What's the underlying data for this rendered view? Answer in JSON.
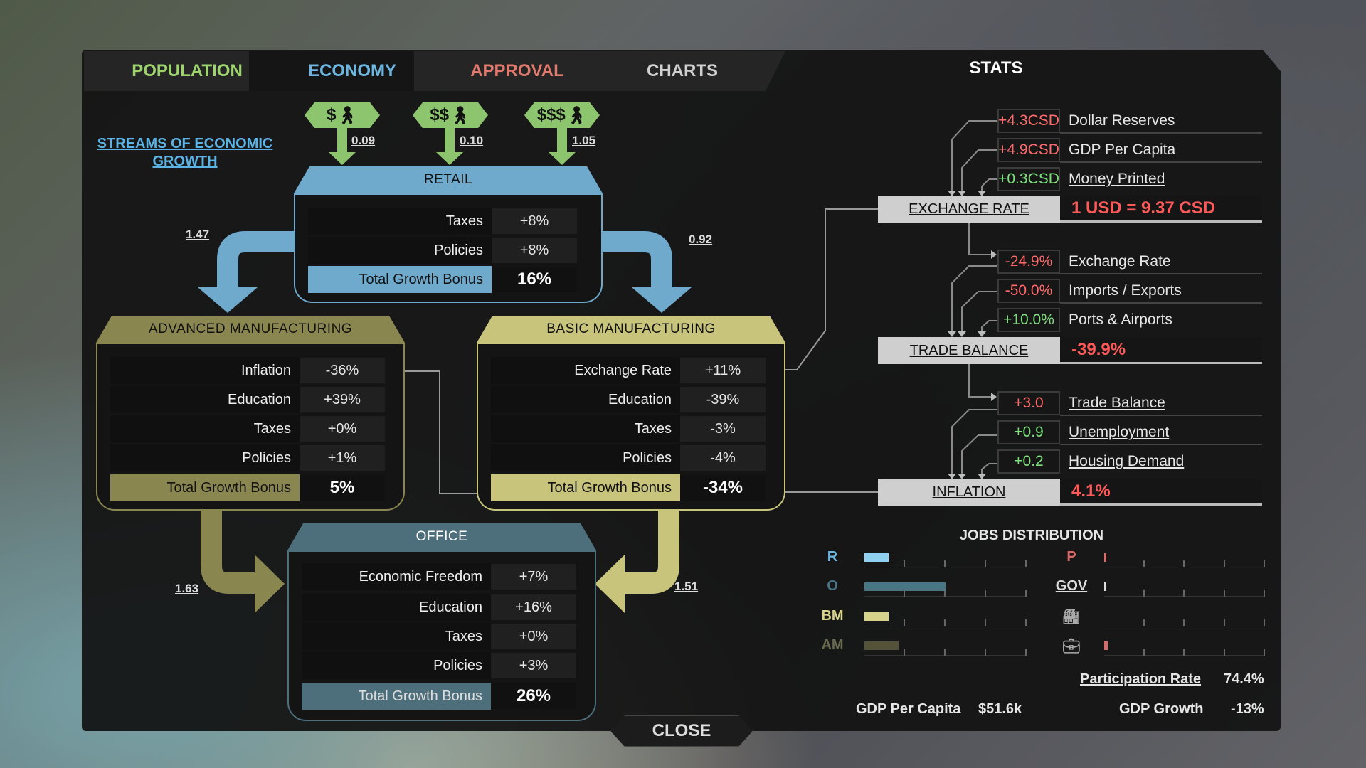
{
  "tabs": [
    {
      "label": "POPULATION",
      "color": "#9ed46e"
    },
    {
      "label": "ECONOMY",
      "color": "#6cb6e0"
    },
    {
      "label": "APPROVAL",
      "color": "#e07a6e"
    },
    {
      "label": "CHARTS",
      "color": "#d0d0d0"
    }
  ],
  "stats_title": "STATS",
  "streams_label": "STREAMS OF ECONOMIC GROWTH",
  "wealth": [
    {
      "icon": "$",
      "value": "0.09"
    },
    {
      "icon": "$$",
      "value": "0.10"
    },
    {
      "icon": "$$$",
      "value": "1.05"
    }
  ],
  "flows": {
    "retail_to_am": "1.47",
    "retail_to_bm": "0.92",
    "am_to_office": "1.63",
    "bm_to_office": "1.51"
  },
  "retail": {
    "title": "RETAIL",
    "rows": [
      {
        "label": "Taxes",
        "value": "+8%"
      },
      {
        "label": "Policies",
        "value": "+8%"
      }
    ],
    "total_label": "Total Growth Bonus",
    "total": "16%"
  },
  "am": {
    "title": "ADVANCED MANUFACTURING",
    "rows": [
      {
        "label": "Inflation",
        "value": "-36%"
      },
      {
        "label": "Education",
        "value": "+39%"
      },
      {
        "label": "Taxes",
        "value": "+0%"
      },
      {
        "label": "Policies",
        "value": "+1%"
      }
    ],
    "total_label": "Total Growth Bonus",
    "total": "5%"
  },
  "bm": {
    "title": "BASIC MANUFACTURING",
    "rows": [
      {
        "label": "Exchange Rate",
        "value": "+11%"
      },
      {
        "label": "Education",
        "value": "-39%"
      },
      {
        "label": "Taxes",
        "value": "-3%"
      },
      {
        "label": "Policies",
        "value": "-4%"
      }
    ],
    "total_label": "Total Growth Bonus",
    "total": "-34%"
  },
  "office": {
    "title": "OFFICE",
    "rows": [
      {
        "label": "Economic Freedom",
        "value": "+7%"
      },
      {
        "label": "Education",
        "value": "+16%"
      },
      {
        "label": "Taxes",
        "value": "+0%"
      },
      {
        "label": "Policies",
        "value": "+3%"
      }
    ],
    "total_label": "Total Growth Bonus",
    "total": "26%"
  },
  "exchange": {
    "inputs": [
      {
        "change": "+4.3CSD",
        "name": "Dollar Reserves"
      },
      {
        "change": "+4.9CSD",
        "name": "GDP Per Capita"
      },
      {
        "change": "+0.3CSD",
        "name": "Money Printed"
      }
    ],
    "label": "EXCHANGE RATE",
    "value": "1 USD = 9.37 CSD"
  },
  "trade": {
    "inputs": [
      {
        "change": "-24.9%",
        "name": "Exchange Rate"
      },
      {
        "change": "-50.0%",
        "name": "Imports / Exports"
      },
      {
        "change": "+10.0%",
        "name": "Ports & Airports"
      }
    ],
    "label": "TRADE BALANCE",
    "value": "-39.9%"
  },
  "inflation": {
    "inputs": [
      {
        "change": "+3.0",
        "name": "Trade Balance"
      },
      {
        "change": "+0.9",
        "name": "Unemployment"
      },
      {
        "change": "+0.2",
        "name": "Housing Demand"
      }
    ],
    "label": "INFLATION",
    "value": "4.1%"
  },
  "jobs": {
    "title": "JOBS DISTRIBUTION",
    "left": [
      {
        "label": "R",
        "fraction": 0.15,
        "color": "#8fd0ef",
        "label_color": "#6cb6e0"
      },
      {
        "label": "O",
        "fraction": 0.5,
        "color": "#4a7585",
        "label_color": "#4a7585"
      },
      {
        "label": "BM",
        "fraction": 0.15,
        "color": "#d8d38a",
        "label_color": "#d8d38a"
      },
      {
        "label": "AM",
        "fraction": 0.21,
        "color": "#55523a",
        "label_color": "#6a6a50"
      }
    ],
    "right": [
      {
        "label": "P",
        "icon": "",
        "fraction": 0.01,
        "color": "#d96a6a",
        "label_color": "#d96a6a"
      },
      {
        "label": "GOV",
        "icon": "",
        "fraction": 0.01,
        "color": "#dddddd",
        "label_color": "#dddddd"
      },
      {
        "label": "",
        "icon": "factory-icon",
        "fraction": 0,
        "color": "#888888",
        "label_color": "#aaaaaa"
      },
      {
        "label": "",
        "icon": "briefcase-icon",
        "fraction": 0.02,
        "color": "#d96a6a",
        "label_color": "#aaaaaa"
      }
    ]
  },
  "participation_label": "Participation Rate",
  "participation": "74.4%",
  "gdp_per_capita_label": "GDP Per Capita",
  "gdp_per_capita": "$51.6k",
  "gdp_growth_label": "GDP Growth",
  "gdp_growth": "-13%",
  "close_label": "CLOSE",
  "colors": {
    "retail": "#6fa9cc",
    "am": "#8a8650",
    "bm": "#c8c47c",
    "office": "#4d6f7c",
    "wealth": "#8cc56e"
  }
}
